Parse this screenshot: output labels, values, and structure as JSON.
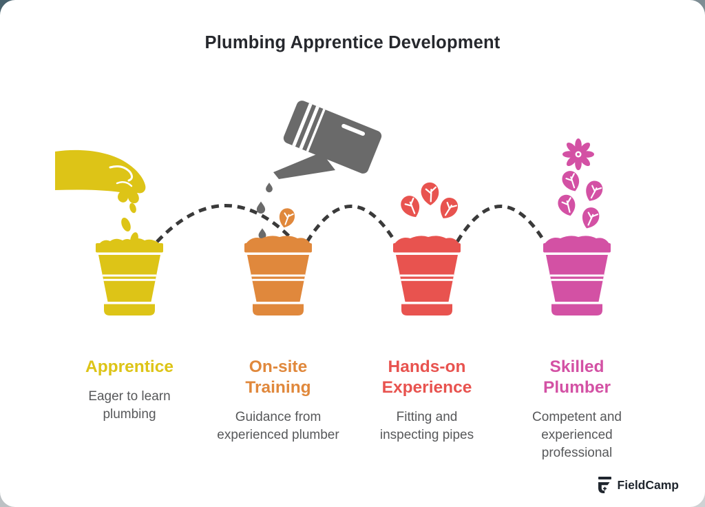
{
  "page": {
    "title": "Plumbing Apprentice Development"
  },
  "stages": [
    {
      "name": "Apprentice",
      "description": "Eager to learn plumbing",
      "color": "#ddc417",
      "icon": "hand-planting-seeds-icon"
    },
    {
      "name": "On-site Training",
      "description": "Guidance from experienced plumber",
      "color": "#e0883c",
      "icon": "watering-can-icon"
    },
    {
      "name": "Hands-on Experience",
      "description": "Fitting and inspecting pipes",
      "color": "#e8534f",
      "icon": "sprouting-leaves-icon"
    },
    {
      "name": "Skilled Plumber",
      "description": "Competent and experienced professional",
      "color": "#d351a4",
      "icon": "blooming-flower-icon"
    }
  ],
  "brand": {
    "name": "FieldCamp"
  },
  "colors": {
    "card_background": "#ffffff",
    "title_text": "#26282d",
    "description_text": "#57585a",
    "connector": "#3a3a3a",
    "watering_can": "#6a6a6a",
    "logo": "#20262e"
  }
}
